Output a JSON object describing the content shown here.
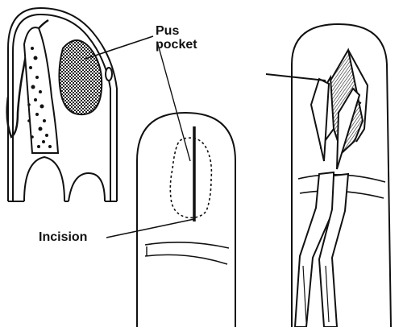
{
  "labels": {
    "pus_line1": "Pus",
    "pus_line2": "pocket",
    "incision": "Incision"
  },
  "colors": {
    "ink": "#111111",
    "paper": "#ffffff"
  }
}
